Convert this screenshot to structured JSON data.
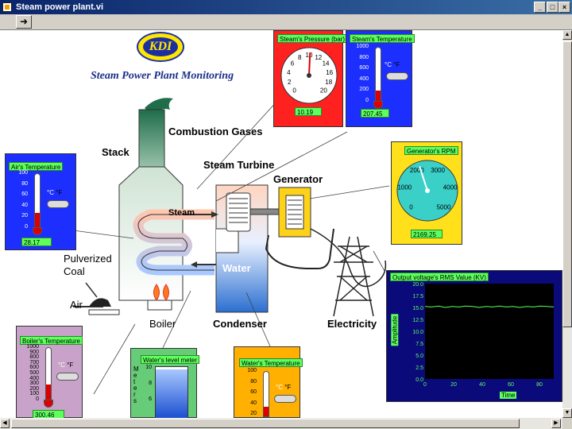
{
  "window": {
    "title": "Steam power plant.vi",
    "minimize": "_",
    "maximize": "□",
    "close": "×"
  },
  "toolbar": {
    "run_icon": "run-arrow-icon",
    "run_glyph": "➜"
  },
  "logo": {
    "text": "KDI"
  },
  "page_title": "Steam Power Plant Monitoring",
  "diagram_labels": {
    "stack": "Stack",
    "combustion_gases": "Combustion Gases",
    "steam_turbine": "Steam Turbine",
    "generator": "Generator",
    "steam": "Steam",
    "water": "Water",
    "pulverized_coal": "Pulverized\nCoal",
    "pulverized": "Pulverized",
    "coal": "Coal",
    "air": "Air",
    "boiler": "Boiler",
    "condenser": "Condenser",
    "electricity": "Electricity"
  },
  "unit_toggle": {
    "c": "°C",
    "f": "°F"
  },
  "indicators": {
    "steam_pressure": {
      "caption": "Steam's Pressure (bar)",
      "value": "10.19",
      "ticks": [
        "0",
        "2",
        "4",
        "6",
        "8",
        "10",
        "12",
        "14",
        "16",
        "18",
        "20"
      ],
      "value_num": 10.19,
      "max": 20,
      "color": "#ff2020"
    },
    "steam_temperature": {
      "caption": "Steam's Temperature",
      "value": "207.45",
      "ticks": [
        "1000",
        "800",
        "600",
        "400",
        "200",
        "0"
      ],
      "value_num": 207.45,
      "max": 1000,
      "color": "#1c2fff"
    },
    "air_temperature": {
      "caption": "Air's Temperature",
      "value": "28.17",
      "ticks": [
        "100",
        "80",
        "60",
        "40",
        "20",
        "0"
      ],
      "value_num": 28.17,
      "max": 100,
      "color": "#1c2fff"
    },
    "generator_rpm": {
      "caption": "Generator's RPM",
      "value": "2169.25",
      "ticks": [
        "0",
        "1000",
        "2000",
        "3000",
        "4000",
        "5000"
      ],
      "value_num": 2169.25,
      "max": 5000,
      "color": "#ffe01a"
    },
    "boiler_temperature": {
      "caption": "Boiler's Temperature",
      "value": "300.46",
      "ticks": [
        "1000",
        "900",
        "800",
        "700",
        "600",
        "500",
        "400",
        "300",
        "200",
        "100",
        "0"
      ],
      "value_num": 300.46,
      "max": 1000,
      "color": "#c8a2c8"
    },
    "water_level": {
      "caption": "Water's level meter",
      "axis_label": "Meters",
      "ticks": [
        "10",
        "8",
        "6"
      ],
      "value_num": 9.6,
      "max": 10,
      "color": "#66cc77"
    },
    "water_temperature": {
      "caption": "Water's Temperature",
      "ticks": [
        "100",
        "80",
        "60",
        "40",
        "20"
      ],
      "value_num": 22,
      "max": 100,
      "color": "#ffb000"
    }
  },
  "chart": {
    "caption": "Output voltage's RMS Value (KV)",
    "ylabel": "Amplitude",
    "xlabel": "Time"
  },
  "chart_data": {
    "type": "line",
    "title": "Output voltage's RMS Value (KV)",
    "xlabel": "Time",
    "ylabel": "Amplitude",
    "y_ticks": [
      "20.0",
      "17.5",
      "15.0",
      "12.5",
      "10.0",
      "7.5",
      "5.0",
      "2.5",
      "0.0"
    ],
    "x_ticks": [
      "0",
      "20",
      "40",
      "60",
      "80"
    ],
    "ylim": [
      0,
      20
    ],
    "xlim": [
      0,
      90
    ],
    "grid": false,
    "series": [
      {
        "values": [
          15.2,
          15.1,
          15.3,
          15.0,
          15.2,
          15.1,
          15.3,
          15.2,
          15.0,
          15.2,
          15.1,
          15.3,
          15.1,
          15.2,
          15.0,
          15.2,
          15.1,
          15.3,
          15.2,
          15.1
        ]
      }
    ]
  }
}
